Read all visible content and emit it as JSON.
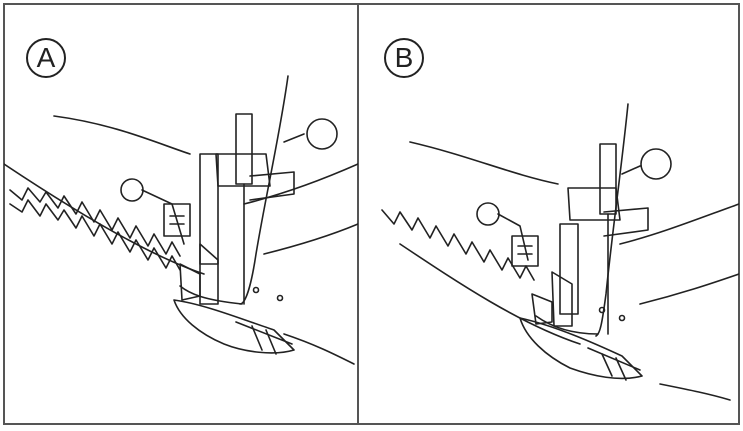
{
  "panels": [
    {
      "id": "A",
      "label": "A",
      "stitch": "zigzag-tight"
    },
    {
      "id": "B",
      "label": "B",
      "stitch": "zigzag-open"
    }
  ],
  "colors": {
    "line": "#222222",
    "frame": "#555555",
    "background": "#ffffff"
  }
}
